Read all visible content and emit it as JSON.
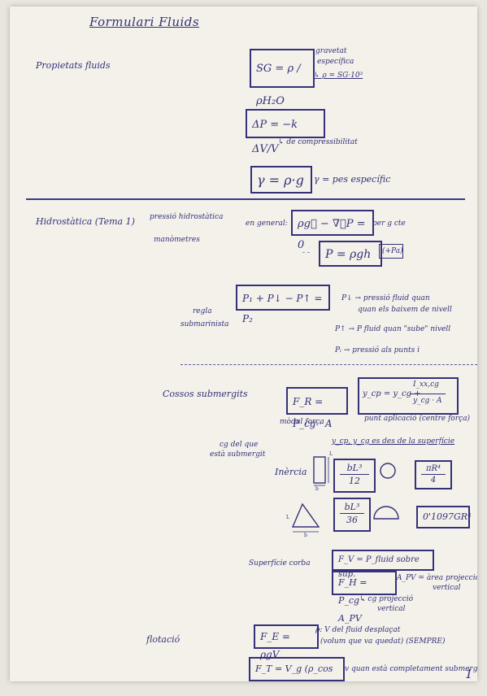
{
  "title": "Formulari Fluids",
  "s1": {
    "heading": "Propietats fluids",
    "sg_formula": "SG = ρ / ρH₂O",
    "sg_note1": "gravetat",
    "sg_note2": "específica",
    "sg_note3": "↳ ρ = SG·10³",
    "dp_formula": "ΔP = −k ΔV/V",
    "dp_note": "↳ de compressibilitat",
    "gamma_formula": "γ = ρ·g",
    "gamma_note": "γ = pes específic"
  },
  "s2": {
    "heading": "Hidrostàtica (Tema 1)",
    "pressio": "pressió hidrostàtica",
    "manometres": "manòmetres",
    "general_label": "en general:",
    "general_formula": "ρg⃗ − ∇⃗P = 0",
    "per_gcte": "per g cte",
    "dots": "- -",
    "p_formula": "P = ρgh",
    "pa": "(+Pa)",
    "regla1": "regla",
    "regla2": "submarinista",
    "sum_formula": "P₁ + P↓ − P↑ = P₂",
    "n1a": "P↓ → pressió fluid quan",
    "n1b": "quan els baixem de nivell",
    "n2": "P↑ → P fluid quan \"sube\" nivell",
    "n3": "Pᵢ → pressió als punts i"
  },
  "s3": {
    "heading": "Cossos submergits",
    "fr_formula": "F_R = P_cg · A",
    "modul": "mòdul força",
    "ycp_lhs": "y_cp = y_cg +",
    "ycp_num": "I_xx,cg",
    "ycp_den": "y_cg · A",
    "punt": "punt aplicació (centre força)",
    "cg_note1": "cg del que",
    "cg_note2": "està submergit",
    "ref_note": "y_cp, y_cg es des de la superfície",
    "inercia": "Inèrcia",
    "rect_frac_num": "bL³",
    "rect_frac_den": "12",
    "circle_frac_num": "πR⁴",
    "circle_frac_den": "4",
    "tri_frac_num": "bL³",
    "tri_frac_den": "36",
    "semi_value": "0'1097GR⁴",
    "sup_corba": "Superfície corba",
    "fv_formula": "F_V = P_fluid sobre sup.",
    "fh_formula": "F_H = P_cg · A_PV",
    "fh_note1": "A_PV = àrea projecció",
    "fh_note2": "vertical",
    "cg_proj1": "↳ cg projecció",
    "cg_proj2": "vertical"
  },
  "s4": {
    "heading": "flotació",
    "fe_formula": "F_E = ρgV",
    "fe_note1": "ρ: V del fluid desplaçat",
    "fe_note2": "(volum que va quedat) (SEMPRE)",
    "ft_formula": "F_T = V_g (ρ_cos − ρ_fl)",
    "ft_note": "v quan està completament submergit"
  },
  "page_number": "1"
}
